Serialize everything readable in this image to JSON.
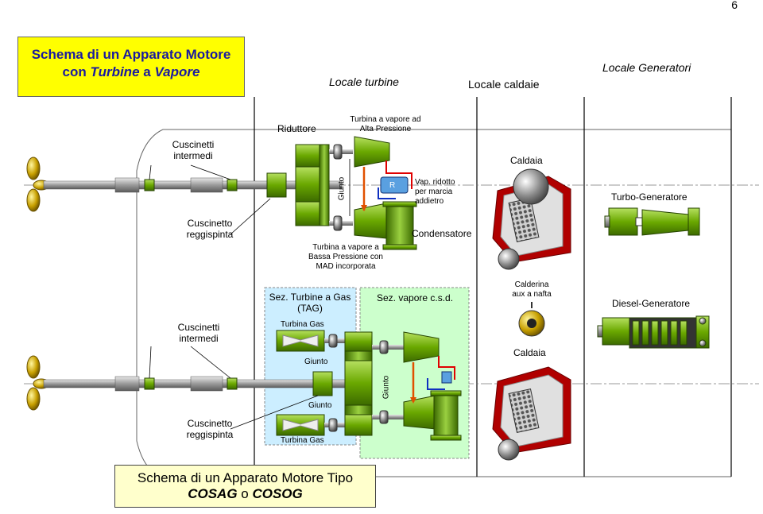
{
  "page_number": "6",
  "title": {
    "line1": "Schema di un Apparato Motore",
    "line2_a": "con ",
    "line2_b": "Turbine",
    "line2_c": " a ",
    "line2_d": "Vapore"
  },
  "zones": {
    "turbine": "Locale turbine",
    "caldaie": "Locale caldaie",
    "generatori": "Locale Generatori"
  },
  "upper": {
    "cuscinetti_intermedi": [
      "Cuscinetti",
      "intermedi"
    ],
    "cuscinetto_reggispinta": [
      "Cuscinetto",
      "reggispinta"
    ],
    "riduttore": "Riduttore",
    "giunto": "Giunto",
    "turbina_ap": [
      "Turbina a vapore ad",
      "Alta Pressione"
    ],
    "valve": "R",
    "vap_ridotto": [
      "Vap. ridotto",
      "per marcia",
      "addietro"
    ],
    "condensatore": "Condensatore",
    "turbina_bp": [
      "Turbina a vapore a",
      "Bassa Pressione con",
      "MAD incorporata"
    ],
    "caldaia": "Caldaia",
    "turbo_generatore": "Turbo-Generatore"
  },
  "lower": {
    "sez_tag": [
      "Sez. Turbine a Gas",
      "(TAG)"
    ],
    "turbina_gas": "Turbina Gas",
    "giunto": "Giunto",
    "sez_vapore": "Sez. vapore c.s.d.",
    "calderina": [
      "Calderina",
      "aux a nafta"
    ],
    "caldaia": "Caldaia",
    "diesel_generatore": "Diesel-Generatore",
    "cuscinetti_intermedi": [
      "Cuscinetti",
      "intermedi"
    ],
    "cuscinetto_reggispinta": [
      "Cuscinetto",
      "reggispinta"
    ]
  },
  "bottom_title": {
    "line1": "Schema di un Apparato Motore Tipo",
    "line2_a": "COSAG",
    "line2_b": " o ",
    "line2_c": "COSOG"
  },
  "colors": {
    "title_bg": "#ffff00",
    "title_text": "#1a1aa0",
    "bottom_bg": "#ffffcc",
    "machine": "#7ab800",
    "shaft": "#909090",
    "boiler": "#b00000",
    "steam_line": "#e05000",
    "water_line": "#1030c0",
    "tag_bg": "#cceeff",
    "vapore_bg": "#ccffcc"
  }
}
